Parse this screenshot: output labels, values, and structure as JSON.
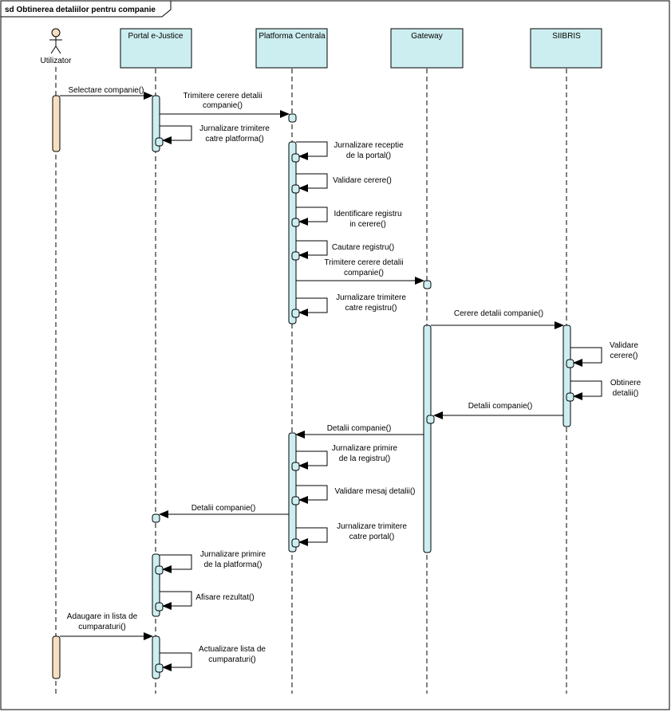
{
  "frame_title": "sd Obtinerea detaliilor pentru companie",
  "colors": {
    "lifeline_box": "#cdeef0",
    "activation_system": "#cdeef0",
    "activation_actor": "#f6dfc1",
    "line": "#000000"
  },
  "participants": [
    {
      "id": "utilizator",
      "name": "Utilizator",
      "kind": "actor"
    },
    {
      "id": "portal",
      "name": "Portal e-Justice",
      "kind": "box"
    },
    {
      "id": "platforma",
      "name": "Platforma Centrala",
      "kind": "box"
    },
    {
      "id": "gateway",
      "name": "Gateway",
      "kind": "box"
    },
    {
      "id": "siibris",
      "name": "SIIBRIS",
      "kind": "box"
    }
  ],
  "messages": [
    {
      "label": [
        "Selectare companie()"
      ]
    },
    {
      "label": [
        "Trimitere cerere detalii",
        "companie()"
      ]
    },
    {
      "label": [
        "Jurnalizare trimitere",
        "catre platforma()"
      ]
    },
    {
      "label": [
        "Jurnalizare receptie",
        "de la portal()"
      ]
    },
    {
      "label": [
        "Validare cerere()"
      ]
    },
    {
      "label": [
        "Identificare registru",
        "in cerere()"
      ]
    },
    {
      "label": [
        "Cautare registru()"
      ]
    },
    {
      "label": [
        "Trimitere cerere detalii",
        "companie()"
      ]
    },
    {
      "label": [
        "Jurnalizare trimitere",
        "catre registru()"
      ]
    },
    {
      "label": [
        "Cerere detalii companie()"
      ]
    },
    {
      "label": [
        "Validare",
        "cerere()"
      ]
    },
    {
      "label": [
        "Obtinere",
        "detalii()"
      ]
    },
    {
      "label": [
        "Detalii companie()"
      ]
    },
    {
      "label": [
        "Detalii companie()"
      ]
    },
    {
      "label": [
        "Jurnalizare primire",
        "de la registru()"
      ]
    },
    {
      "label": [
        "Validare mesaj detalii()"
      ]
    },
    {
      "label": [
        "Detalii companie()"
      ]
    },
    {
      "label": [
        "Jurnalizare trimitere",
        "catre portal()"
      ]
    },
    {
      "label": [
        "Jurnalizare primire",
        "de la platforma()"
      ]
    },
    {
      "label": [
        "Afisare rezultat()"
      ]
    },
    {
      "label": [
        "Adaugare in lista de",
        "cumparaturi()"
      ]
    },
    {
      "label": [
        "Actualizare lista de",
        "cumparaturi()"
      ]
    }
  ]
}
